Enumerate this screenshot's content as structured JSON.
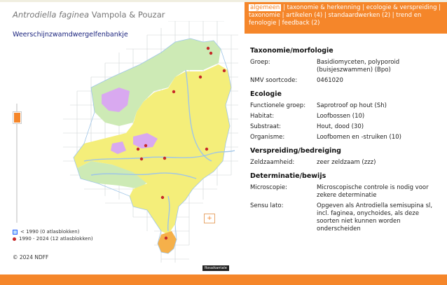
{
  "species": {
    "name": "Antrodiella faginea",
    "author": "Vampola & Pouzar"
  },
  "map": {
    "subtitle": "Weerschijnzwamdwergelfenbankje",
    "legend": [
      {
        "label": "< 1990  (0 atlasblokken)"
      },
      {
        "label": "1990 - 2024 (12 atlasblokken)"
      }
    ],
    "copyright": "© 2024 NDFF",
    "badge": "Rosaikantale",
    "zoom_button": "+"
  },
  "nav": {
    "items": [
      {
        "label": "algemeen",
        "active": true
      },
      {
        "label": "taxonomie & herkenning"
      },
      {
        "label": "ecologie & verspreiding"
      },
      {
        "label": "taxonomie"
      },
      {
        "label": "artikelen (4)"
      },
      {
        "label": "standaardwerken (2)"
      },
      {
        "label": "trend en fenologie"
      },
      {
        "label": "feedback (2)"
      }
    ]
  },
  "sections": {
    "taxonomie": {
      "title": "Taxonomie/morfologie",
      "rows": [
        {
          "label": "Groep:",
          "value": "Basidiomyceten, polyporoid (buisjeszwammen) (Bpo)"
        },
        {
          "label": "NMV soortcode:",
          "value": "0461020"
        }
      ]
    },
    "ecologie": {
      "title": "Ecologie",
      "rows": [
        {
          "label": "Functionele groep:",
          "value": "Saprotroof op hout (Sh)"
        },
        {
          "label": "Habitat:",
          "value": "Loofbossen (10)"
        },
        {
          "label": "Substraat:",
          "value": "Hout, dood (30)"
        },
        {
          "label": "Organisme:",
          "value": "Loofbomen en -struiken (10)"
        }
      ]
    },
    "verspreiding": {
      "title": "Verspreiding/bedreiging",
      "rows": [
        {
          "label": "Zeldzaamheid:",
          "value": "zeer zeldzaam (zzz)"
        }
      ]
    },
    "determinatie": {
      "title": "Determinatie/bewijs",
      "rows": [
        {
          "label": "Microscopie:",
          "value": "Microscopische controle is nodig voor zekere determinatie"
        },
        {
          "label": "Sensu lato:",
          "value": "Opgeven als Antrodiella semisupina sl, incl. faginea, onychoides, als deze soorten niet kunnen worden onderscheiden"
        }
      ]
    }
  },
  "colors": {
    "accent": "#f5862a",
    "record": "#c62828",
    "land_yellow": "#f4ee7a",
    "land_green": "#cdeab5",
    "land_purple": "#d9a9f0",
    "water": "#9ec5e8"
  }
}
